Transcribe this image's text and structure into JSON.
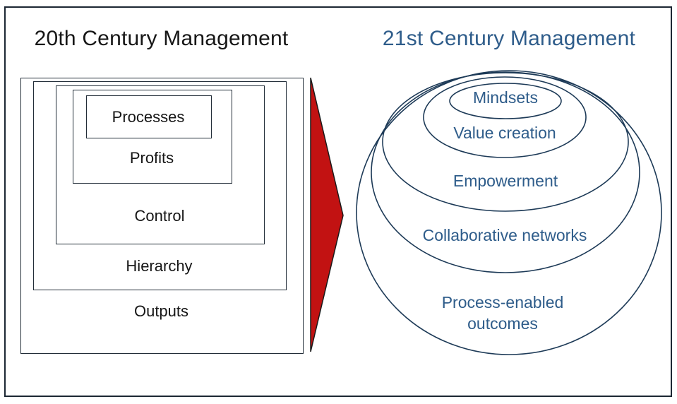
{
  "left_panel": {
    "title": "20th Century Management",
    "title_color": "#161616",
    "stroke_color": "#222d38",
    "layers": [
      {
        "label": "Processes"
      },
      {
        "label": "Profits"
      },
      {
        "label": "Control"
      },
      {
        "label": "Hierarchy"
      },
      {
        "label": "Outputs"
      }
    ]
  },
  "arrow": {
    "shape": "right-pointing-triangle",
    "fill_color": "#c21212",
    "outline_color": "#1a1a1a"
  },
  "right_panel": {
    "title": "21st Century Management",
    "title_color": "#2e5c8a",
    "text_color": "#2e5c8a",
    "stroke_color": "#1d3a57",
    "layers": [
      {
        "label": "Mindsets"
      },
      {
        "label": "Value creation"
      },
      {
        "label": "Empowerment"
      },
      {
        "label": "Collaborative networks"
      },
      {
        "label": "Process-enabled outcomes"
      }
    ]
  }
}
